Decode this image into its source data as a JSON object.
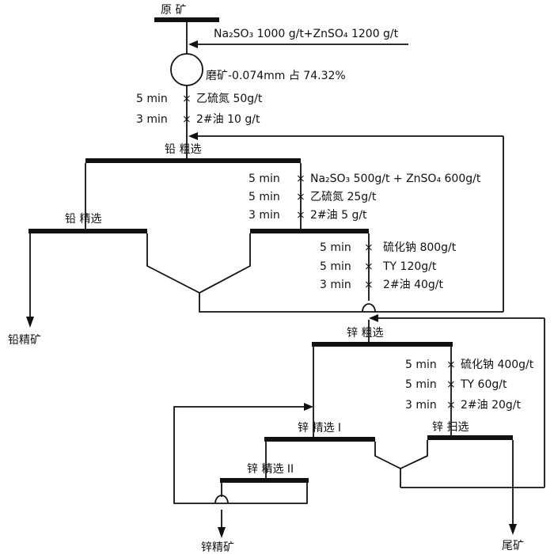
{
  "ore_label": "原  矿",
  "reagent_feed": "Na₂SO₃ 1000 g/t+ZnSO₄ 1200 g/t",
  "grinding": "磨矿-0.074mm 占 74.32%",
  "pb_cond": [
    {
      "time": "5 min",
      "reagent": "乙硫氮 50g/t"
    },
    {
      "time": "3 min",
      "reagent": "2#油  10 g/t"
    }
  ],
  "pb_rough": "铅    粗选",
  "pb_clean_cond": [
    {
      "time": "5 min",
      "reagent": "Na₂SO₃ 500g/t + ZnSO₄ 600g/t"
    },
    {
      "time": "5 min",
      "reagent": "乙硫氮 25g/t"
    },
    {
      "time": "3 min",
      "reagent": "2#油 5 g/t"
    }
  ],
  "pb_clean": "铅    精选",
  "pb_conc": "铅精矿",
  "zn_cond": [
    {
      "time": "5 min",
      "reagent": "硫化钠    800g/t"
    },
    {
      "time": "5 min",
      "reagent": "TY 120g/t"
    },
    {
      "time": "3 min",
      "reagent": "2#油     40g/t"
    }
  ],
  "zn_rough": "锌    粗选",
  "zn_scav_cond": [
    {
      "time": "5 min",
      "reagent": "硫化钠 400g/t"
    },
    {
      "time": "5 min",
      "reagent": "TY 60g/t"
    },
    {
      "time": "3 min",
      "reagent": "2#油     20g/t"
    }
  ],
  "zn_clean1": "锌   精选 I",
  "zn_scav": "锌   扫选",
  "zn_clean2": "锌   精选 II",
  "zn_conc": "锌精矿",
  "tailings": "尾矿",
  "cross_mark": "×"
}
